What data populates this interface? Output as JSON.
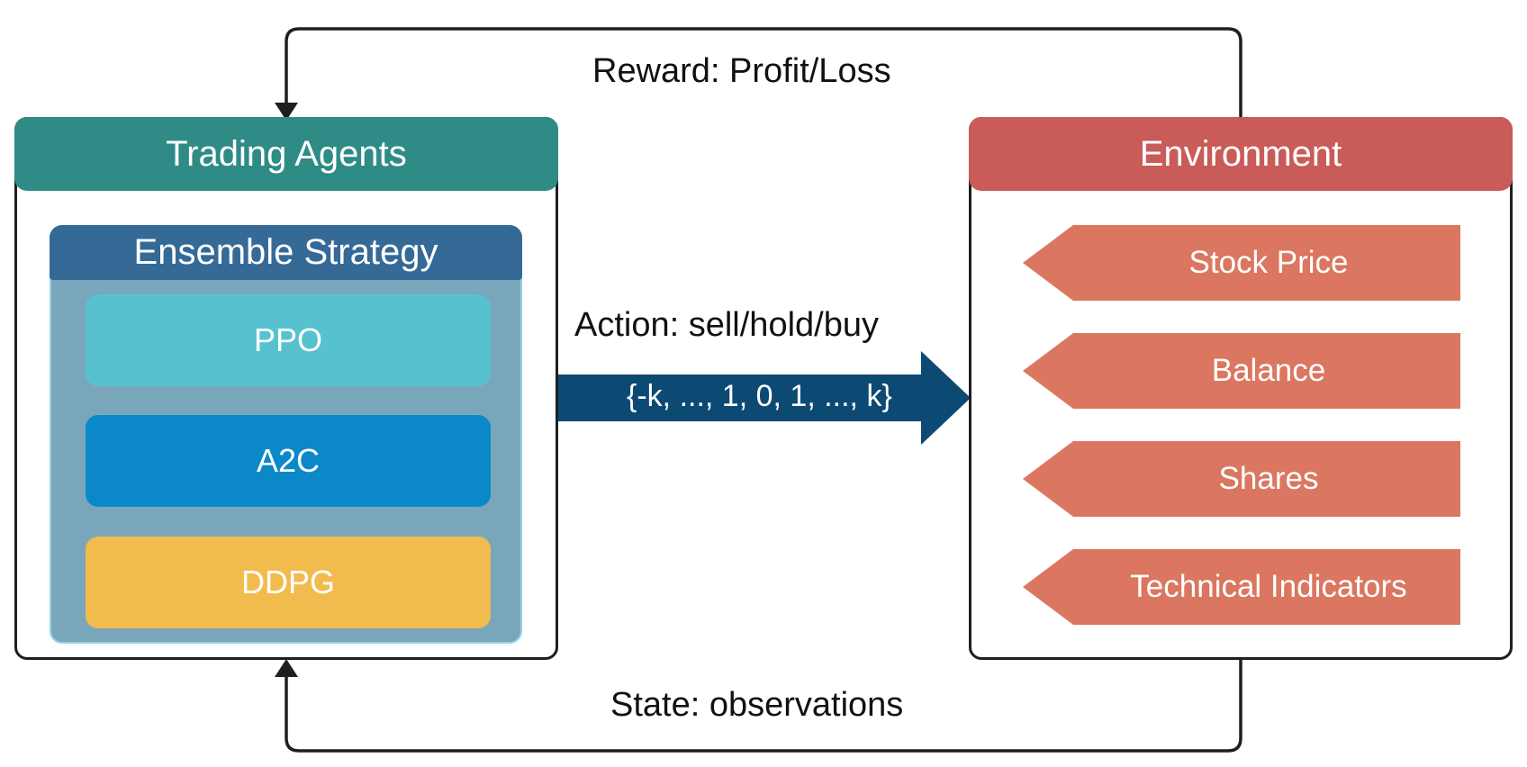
{
  "colors": {
    "agents_header": "#2e8b85",
    "environment_header": "#c95b58",
    "ensemble_header": "#356996",
    "ensemble_body": "#7aa6bb",
    "ppo": "#57c1d0",
    "a2c": "#0b88c8",
    "ddpg": "#f2bb4d",
    "env_item": "#db7660",
    "action_arrow": "#0d4a73",
    "line": "#1f1f1f"
  },
  "labels": {
    "reward": "Reward: Profit/Loss",
    "action": "Action: sell/hold/buy",
    "action_values": "{-k, ..., 1, 0, 1, ..., k}",
    "state": "State: observations"
  },
  "agents": {
    "title": "Trading Agents",
    "ensemble": {
      "title": "Ensemble Strategy",
      "algorithms": [
        "PPO",
        "A2C",
        "DDPG"
      ]
    }
  },
  "environment": {
    "title": "Environment",
    "items": [
      "Stock Price",
      "Balance",
      "Shares",
      "Technical Indicators"
    ]
  }
}
